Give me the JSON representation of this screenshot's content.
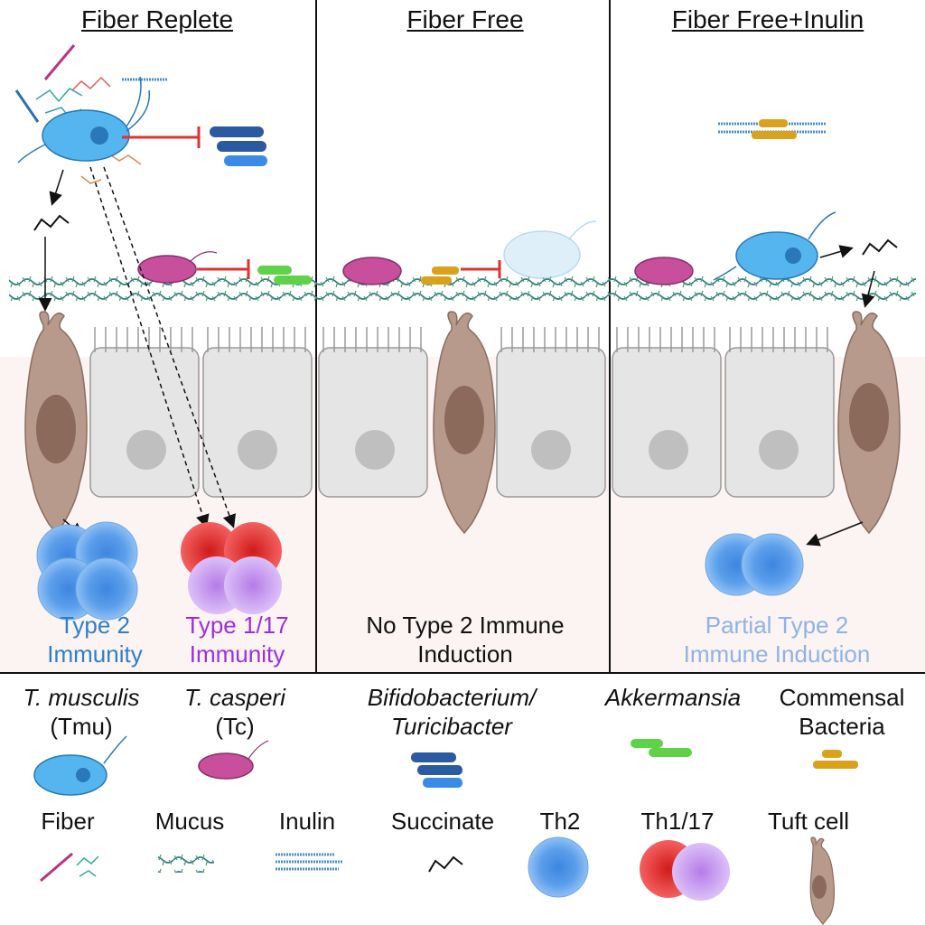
{
  "panels": [
    {
      "title": "Fiber Replete",
      "outcome": [
        "Type 2",
        "Immunity"
      ],
      "outcome2": [
        "Type 1/17",
        "Immunity"
      ]
    },
    {
      "title": "Fiber Free",
      "outcome": [
        "No Type 2 Immune",
        "Induction"
      ]
    },
    {
      "title": "Fiber Free+Inulin",
      "outcome": [
        "Partial Type 2",
        "Immune Induction"
      ]
    }
  ],
  "legend": {
    "row1": [
      {
        "line1": "T. musculis",
        "line2": "(Tmu)"
      },
      {
        "line1": "T. casperi",
        "line2": "(Tc)"
      },
      {
        "line1": "Bifidobacterium/",
        "line2": "Turicibacter"
      },
      {
        "line1": "Akkermansia",
        "line2": ""
      },
      {
        "line1": "Commensal",
        "line2": "Bacteria"
      }
    ],
    "row2": [
      "Fiber",
      "Mucus",
      "Inulin",
      "Succinate",
      "Th2",
      "Th1/17",
      "Tuft cell"
    ]
  },
  "colors": {
    "type2_text": "#2f7fc8",
    "type117_text": "#9b30d8",
    "partial_text": "#8fb3e6",
    "th2": "#5b9eea",
    "th1": "#e83a3a",
    "th17": "#c79bef",
    "tuft": "#b89a8c",
    "epithelial": "#e4e4e4",
    "tmu": "#55b5ef",
    "tc": "#c74f9c",
    "bifido": "#2c5aa0",
    "akk": "#5fd24a",
    "commensal": "#d9a21c",
    "inhibit": "#e23030"
  }
}
